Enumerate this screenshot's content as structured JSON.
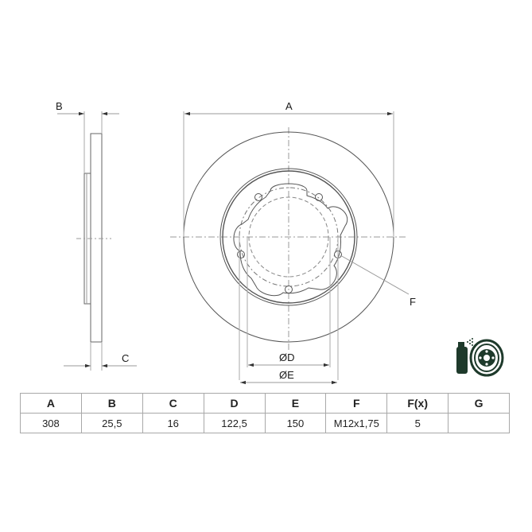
{
  "drawing": {
    "side_view": {
      "label_top": "B",
      "label_bottom": "C"
    },
    "front_view": {
      "label_outer": "A",
      "label_hole": "F",
      "label_inner": "ØD",
      "label_bolt": "ØE",
      "bolt_holes": 5
    }
  },
  "icons": {
    "coating": "spray-coated-disc-icon"
  },
  "spec_table": {
    "headers": [
      "A",
      "B",
      "C",
      "D",
      "E",
      "F",
      "F(x)",
      "G"
    ],
    "values": [
      "308",
      "25,5",
      "16",
      "122,5",
      "150",
      "M12x1,75",
      "5",
      ""
    ]
  },
  "colors": {
    "line": "#555555",
    "thin": "#9a9a9a",
    "icon": "#1e3a2b",
    "border": "#a8a8a8"
  }
}
